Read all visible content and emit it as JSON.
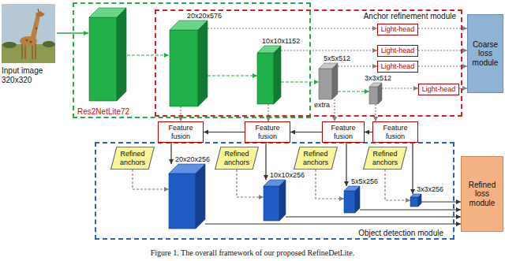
{
  "diagram": {
    "caption": "Figure 1. The overall framework of our proposed RefineDetLite.",
    "nodes": [
      {
        "text": [
          "Res2NetLite72"
        ]
      },
      {
        "text": [
          "Anchor refinement module"
        ]
      },
      {
        "text": [
          "Object detection module"
        ]
      },
      {
        "text": [
          "20x20x576"
        ],
        "in": 0
      },
      {
        "text": [
          "10x10x1152"
        ],
        "in": 0
      },
      {
        "text": [
          "5x5x512"
        ],
        "in": 1
      },
      {
        "text": [
          "3x3x512"
        ],
        "in": 1
      },
      {
        "text": [
          "Light-head"
        ],
        "in": 1
      },
      {
        "text": [
          "Light-head"
        ],
        "in": 1
      },
      {
        "text": [
          "Light-head"
        ],
        "in": 1
      },
      {
        "text": [
          "Light-head"
        ],
        "in": 1
      },
      {
        "text": [
          "Coarse loss module"
        ]
      },
      {
        "text": [
          "Feature fusion"
        ]
      },
      {
        "text": [
          "Feature fusion"
        ]
      },
      {
        "text": [
          "Feature fusion"
        ]
      },
      {
        "text": [
          "Feature fusion"
        ]
      },
      {
        "text": [
          "Refined anchors"
        ],
        "in": 2
      },
      {
        "text": [
          "Refined anchors"
        ],
        "in": 2
      },
      {
        "text": [
          "Refined anchors"
        ],
        "in": 2
      },
      {
        "text": [
          "Refined anchors"
        ],
        "in": 2
      },
      {
        "text": [
          "20x20x256"
        ],
        "in": 2
      },
      {
        "text": [
          "10x10x256"
        ],
        "in": 2
      },
      {
        "text": [
          "5x5x256"
        ],
        "in": 2
      },
      {
        "text": [
          "3x3x256"
        ],
        "in": 2
      },
      {
        "text": [
          "Refined loss module"
        ]
      }
    ],
    "edges": [
      {
        "from": 3,
        "to": 4,
        "arrow": "to"
      },
      {
        "from": 4,
        "to": 5,
        "arrow": "to"
      },
      {
        "from": 5,
        "to": 6,
        "arrow": "to"
      },
      {
        "from": 3,
        "to": 7,
        "arrow": "to"
      },
      {
        "from": 4,
        "to": 8,
        "arrow": "to"
      },
      {
        "from": 5,
        "to": 9,
        "arrow": "to"
      },
      {
        "from": 6,
        "to": 10,
        "arrow": "to"
      },
      {
        "from": 7,
        "to": 11,
        "arrow": "to"
      },
      {
        "from": 8,
        "to": 11,
        "arrow": "to"
      },
      {
        "from": 9,
        "to": 11,
        "arrow": "to"
      },
      {
        "from": 10,
        "to": 11,
        "arrow": "to"
      },
      {
        "from": 3,
        "to": 12,
        "arrow": "to"
      },
      {
        "from": 4,
        "to": 13,
        "arrow": "to"
      },
      {
        "from": 5,
        "to": 14,
        "arrow": "to"
      },
      {
        "from": 6,
        "to": 15,
        "arrow": "to"
      },
      {
        "from": 15,
        "to": 14,
        "arrow": "to"
      },
      {
        "from": 14,
        "to": 13,
        "arrow": "to"
      },
      {
        "from": 13,
        "to": 12,
        "arrow": "to"
      },
      {
        "from": 12,
        "to": 20,
        "arrow": "to"
      },
      {
        "from": 13,
        "to": 21,
        "arrow": "to"
      },
      {
        "from": 14,
        "to": 22,
        "arrow": "to"
      },
      {
        "from": 15,
        "to": 23,
        "arrow": "to"
      },
      {
        "from": 16,
        "to": 20,
        "arrow": "to"
      },
      {
        "from": 17,
        "to": 21,
        "arrow": "to"
      },
      {
        "from": 18,
        "to": 22,
        "arrow": "to"
      },
      {
        "from": 19,
        "to": 23,
        "arrow": "to"
      },
      {
        "from": 20,
        "to": 24,
        "arrow": "to"
      },
      {
        "from": 21,
        "to": 24,
        "arrow": "to"
      },
      {
        "from": 22,
        "to": 24,
        "arrow": "to"
      },
      {
        "from": 23,
        "to": 24,
        "arrow": "to"
      }
    ],
    "labels": [
      "Input image 320x320",
      "extra"
    ]
  }
}
